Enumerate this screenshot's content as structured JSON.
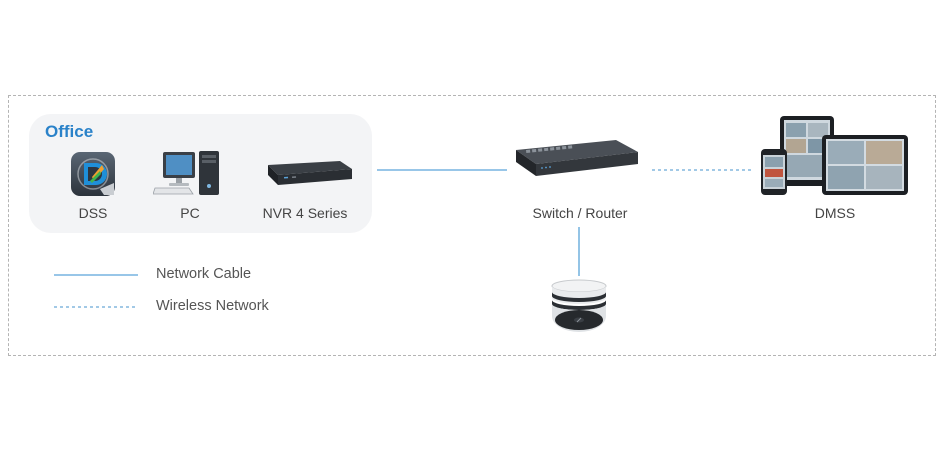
{
  "office": {
    "title": "Office",
    "devices": [
      {
        "label": "DSS",
        "icon": "dss-app-icon"
      },
      {
        "label": "PC",
        "icon": "pc-icon"
      },
      {
        "label": "NVR 4 Series",
        "icon": "nvr-icon"
      }
    ]
  },
  "switch": {
    "label": "Switch / Router",
    "icon": "switch-icon"
  },
  "mobile": {
    "label": "DMSS",
    "icon": "mobile-devices-icon"
  },
  "detector": {
    "icon": "smoke-detector-icon"
  },
  "legend": {
    "network_cable": "Network Cable",
    "wireless_network": "Wireless Network"
  },
  "colors": {
    "accent": "#2a82c9",
    "cable": "#5ba3d9",
    "wireless": "#6aa9d8",
    "office_bg": "#f3f4f6",
    "frame_border": "#b4b4b4"
  }
}
